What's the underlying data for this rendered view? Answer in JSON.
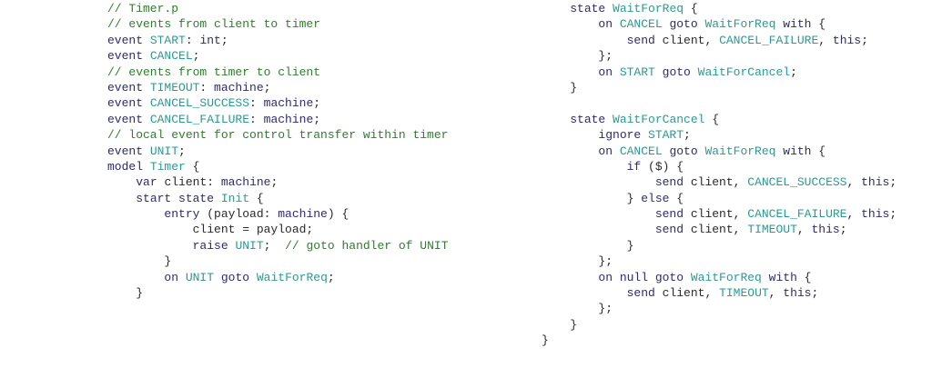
{
  "colors": {
    "keyword": "#2d2a6e",
    "identifier": "#2b9a90",
    "comment": "#2f7d2f",
    "text": "#2a2a2a"
  },
  "left_code": [
    [
      [
        "c",
        "// Timer.p"
      ]
    ],
    [
      [
        "c",
        "// events from client to timer"
      ]
    ],
    [
      [
        "k",
        "event "
      ],
      [
        "i",
        "START"
      ],
      [
        "t",
        ": "
      ],
      [
        "k",
        "int"
      ],
      [
        "t",
        ";"
      ]
    ],
    [
      [
        "k",
        "event "
      ],
      [
        "i",
        "CANCEL"
      ],
      [
        "t",
        ";"
      ]
    ],
    [
      [
        "c",
        "// events from timer to client"
      ]
    ],
    [
      [
        "k",
        "event "
      ],
      [
        "i",
        "TIMEOUT"
      ],
      [
        "t",
        ": "
      ],
      [
        "k",
        "machine"
      ],
      [
        "t",
        ";"
      ]
    ],
    [
      [
        "k",
        "event "
      ],
      [
        "i",
        "CANCEL_SUCCESS"
      ],
      [
        "t",
        ": "
      ],
      [
        "k",
        "machine"
      ],
      [
        "t",
        ";"
      ]
    ],
    [
      [
        "k",
        "event "
      ],
      [
        "i",
        "CANCEL_FAILURE"
      ],
      [
        "t",
        ": "
      ],
      [
        "k",
        "machine"
      ],
      [
        "t",
        ";"
      ]
    ],
    [
      [
        "c",
        "// local event for control transfer within timer"
      ]
    ],
    [
      [
        "k",
        "event "
      ],
      [
        "i",
        "UNIT"
      ],
      [
        "t",
        ";"
      ]
    ],
    [
      [
        "k",
        "model "
      ],
      [
        "i",
        "Timer"
      ],
      [
        "t",
        " {"
      ]
    ],
    [
      [
        "t",
        "    "
      ],
      [
        "k",
        "var "
      ],
      [
        "t",
        "client: "
      ],
      [
        "k",
        "machine"
      ],
      [
        "t",
        ";"
      ]
    ],
    [
      [
        "t",
        "    "
      ],
      [
        "k",
        "start state "
      ],
      [
        "i",
        "Init"
      ],
      [
        "t",
        " {"
      ]
    ],
    [
      [
        "t",
        "        "
      ],
      [
        "k",
        "entry "
      ],
      [
        "t",
        "(payload: "
      ],
      [
        "k",
        "machine"
      ],
      [
        "t",
        ") {"
      ]
    ],
    [
      [
        "t",
        "            client = payload;"
      ]
    ],
    [
      [
        "t",
        "            "
      ],
      [
        "k",
        "raise "
      ],
      [
        "i",
        "UNIT"
      ],
      [
        "t",
        ";  "
      ],
      [
        "c",
        "// goto handler of UNIT"
      ]
    ],
    [
      [
        "t",
        "        }"
      ]
    ],
    [
      [
        "t",
        "        "
      ],
      [
        "k",
        "on "
      ],
      [
        "i",
        "UNIT"
      ],
      [
        "k",
        " goto "
      ],
      [
        "i",
        "WaitForReq"
      ],
      [
        "t",
        ";"
      ]
    ],
    [
      [
        "t",
        "    }"
      ]
    ]
  ],
  "right_code": [
    [
      [
        "t",
        "    "
      ],
      [
        "k",
        "state "
      ],
      [
        "i",
        "WaitForReq"
      ],
      [
        "t",
        " {"
      ]
    ],
    [
      [
        "t",
        "        "
      ],
      [
        "k",
        "on "
      ],
      [
        "i",
        "CANCEL"
      ],
      [
        "k",
        " goto "
      ],
      [
        "i",
        "WaitForReq"
      ],
      [
        "k",
        " with"
      ],
      [
        "t",
        " {"
      ]
    ],
    [
      [
        "t",
        "            "
      ],
      [
        "k",
        "send "
      ],
      [
        "t",
        "client, "
      ],
      [
        "i",
        "CANCEL_FAILURE"
      ],
      [
        "t",
        ", "
      ],
      [
        "k",
        "this"
      ],
      [
        "t",
        ";"
      ]
    ],
    [
      [
        "t",
        "        };"
      ]
    ],
    [
      [
        "t",
        "        "
      ],
      [
        "k",
        "on "
      ],
      [
        "i",
        "START"
      ],
      [
        "k",
        " goto "
      ],
      [
        "i",
        "WaitForCancel"
      ],
      [
        "t",
        ";"
      ]
    ],
    [
      [
        "t",
        "    }"
      ]
    ],
    [
      [
        "t",
        ""
      ]
    ],
    [
      [
        "t",
        "    "
      ],
      [
        "k",
        "state "
      ],
      [
        "i",
        "WaitForCancel"
      ],
      [
        "t",
        " {"
      ]
    ],
    [
      [
        "t",
        "        "
      ],
      [
        "k",
        "ignore "
      ],
      [
        "i",
        "START"
      ],
      [
        "t",
        ";"
      ]
    ],
    [
      [
        "t",
        "        "
      ],
      [
        "k",
        "on "
      ],
      [
        "i",
        "CANCEL"
      ],
      [
        "k",
        " goto "
      ],
      [
        "i",
        "WaitForReq"
      ],
      [
        "k",
        " with"
      ],
      [
        "t",
        " {"
      ]
    ],
    [
      [
        "t",
        "            "
      ],
      [
        "k",
        "if "
      ],
      [
        "t",
        "($) {"
      ]
    ],
    [
      [
        "t",
        "                "
      ],
      [
        "k",
        "send "
      ],
      [
        "t",
        "client, "
      ],
      [
        "i",
        "CANCEL_SUCCESS"
      ],
      [
        "t",
        ", "
      ],
      [
        "k",
        "this"
      ],
      [
        "t",
        ";"
      ]
    ],
    [
      [
        "t",
        "            } "
      ],
      [
        "k",
        "else"
      ],
      [
        "t",
        " {"
      ]
    ],
    [
      [
        "t",
        "                "
      ],
      [
        "k",
        "send "
      ],
      [
        "t",
        "client, "
      ],
      [
        "i",
        "CANCEL_FAILURE"
      ],
      [
        "t",
        ", "
      ],
      [
        "k",
        "this"
      ],
      [
        "t",
        ";"
      ]
    ],
    [
      [
        "t",
        "                "
      ],
      [
        "k",
        "send "
      ],
      [
        "t",
        "client, "
      ],
      [
        "i",
        "TIMEOUT"
      ],
      [
        "t",
        ", "
      ],
      [
        "k",
        "this"
      ],
      [
        "t",
        ";"
      ]
    ],
    [
      [
        "t",
        "            }"
      ]
    ],
    [
      [
        "t",
        "        };"
      ]
    ],
    [
      [
        "t",
        "        "
      ],
      [
        "k",
        "on null goto "
      ],
      [
        "i",
        "WaitForReq"
      ],
      [
        "k",
        " with"
      ],
      [
        "t",
        " {"
      ]
    ],
    [
      [
        "t",
        "            "
      ],
      [
        "k",
        "send "
      ],
      [
        "t",
        "client, "
      ],
      [
        "i",
        "TIMEOUT"
      ],
      [
        "t",
        ", "
      ],
      [
        "k",
        "this"
      ],
      [
        "t",
        ";"
      ]
    ],
    [
      [
        "t",
        "        };"
      ]
    ],
    [
      [
        "t",
        "    }"
      ]
    ],
    [
      [
        "t",
        "}"
      ]
    ]
  ]
}
